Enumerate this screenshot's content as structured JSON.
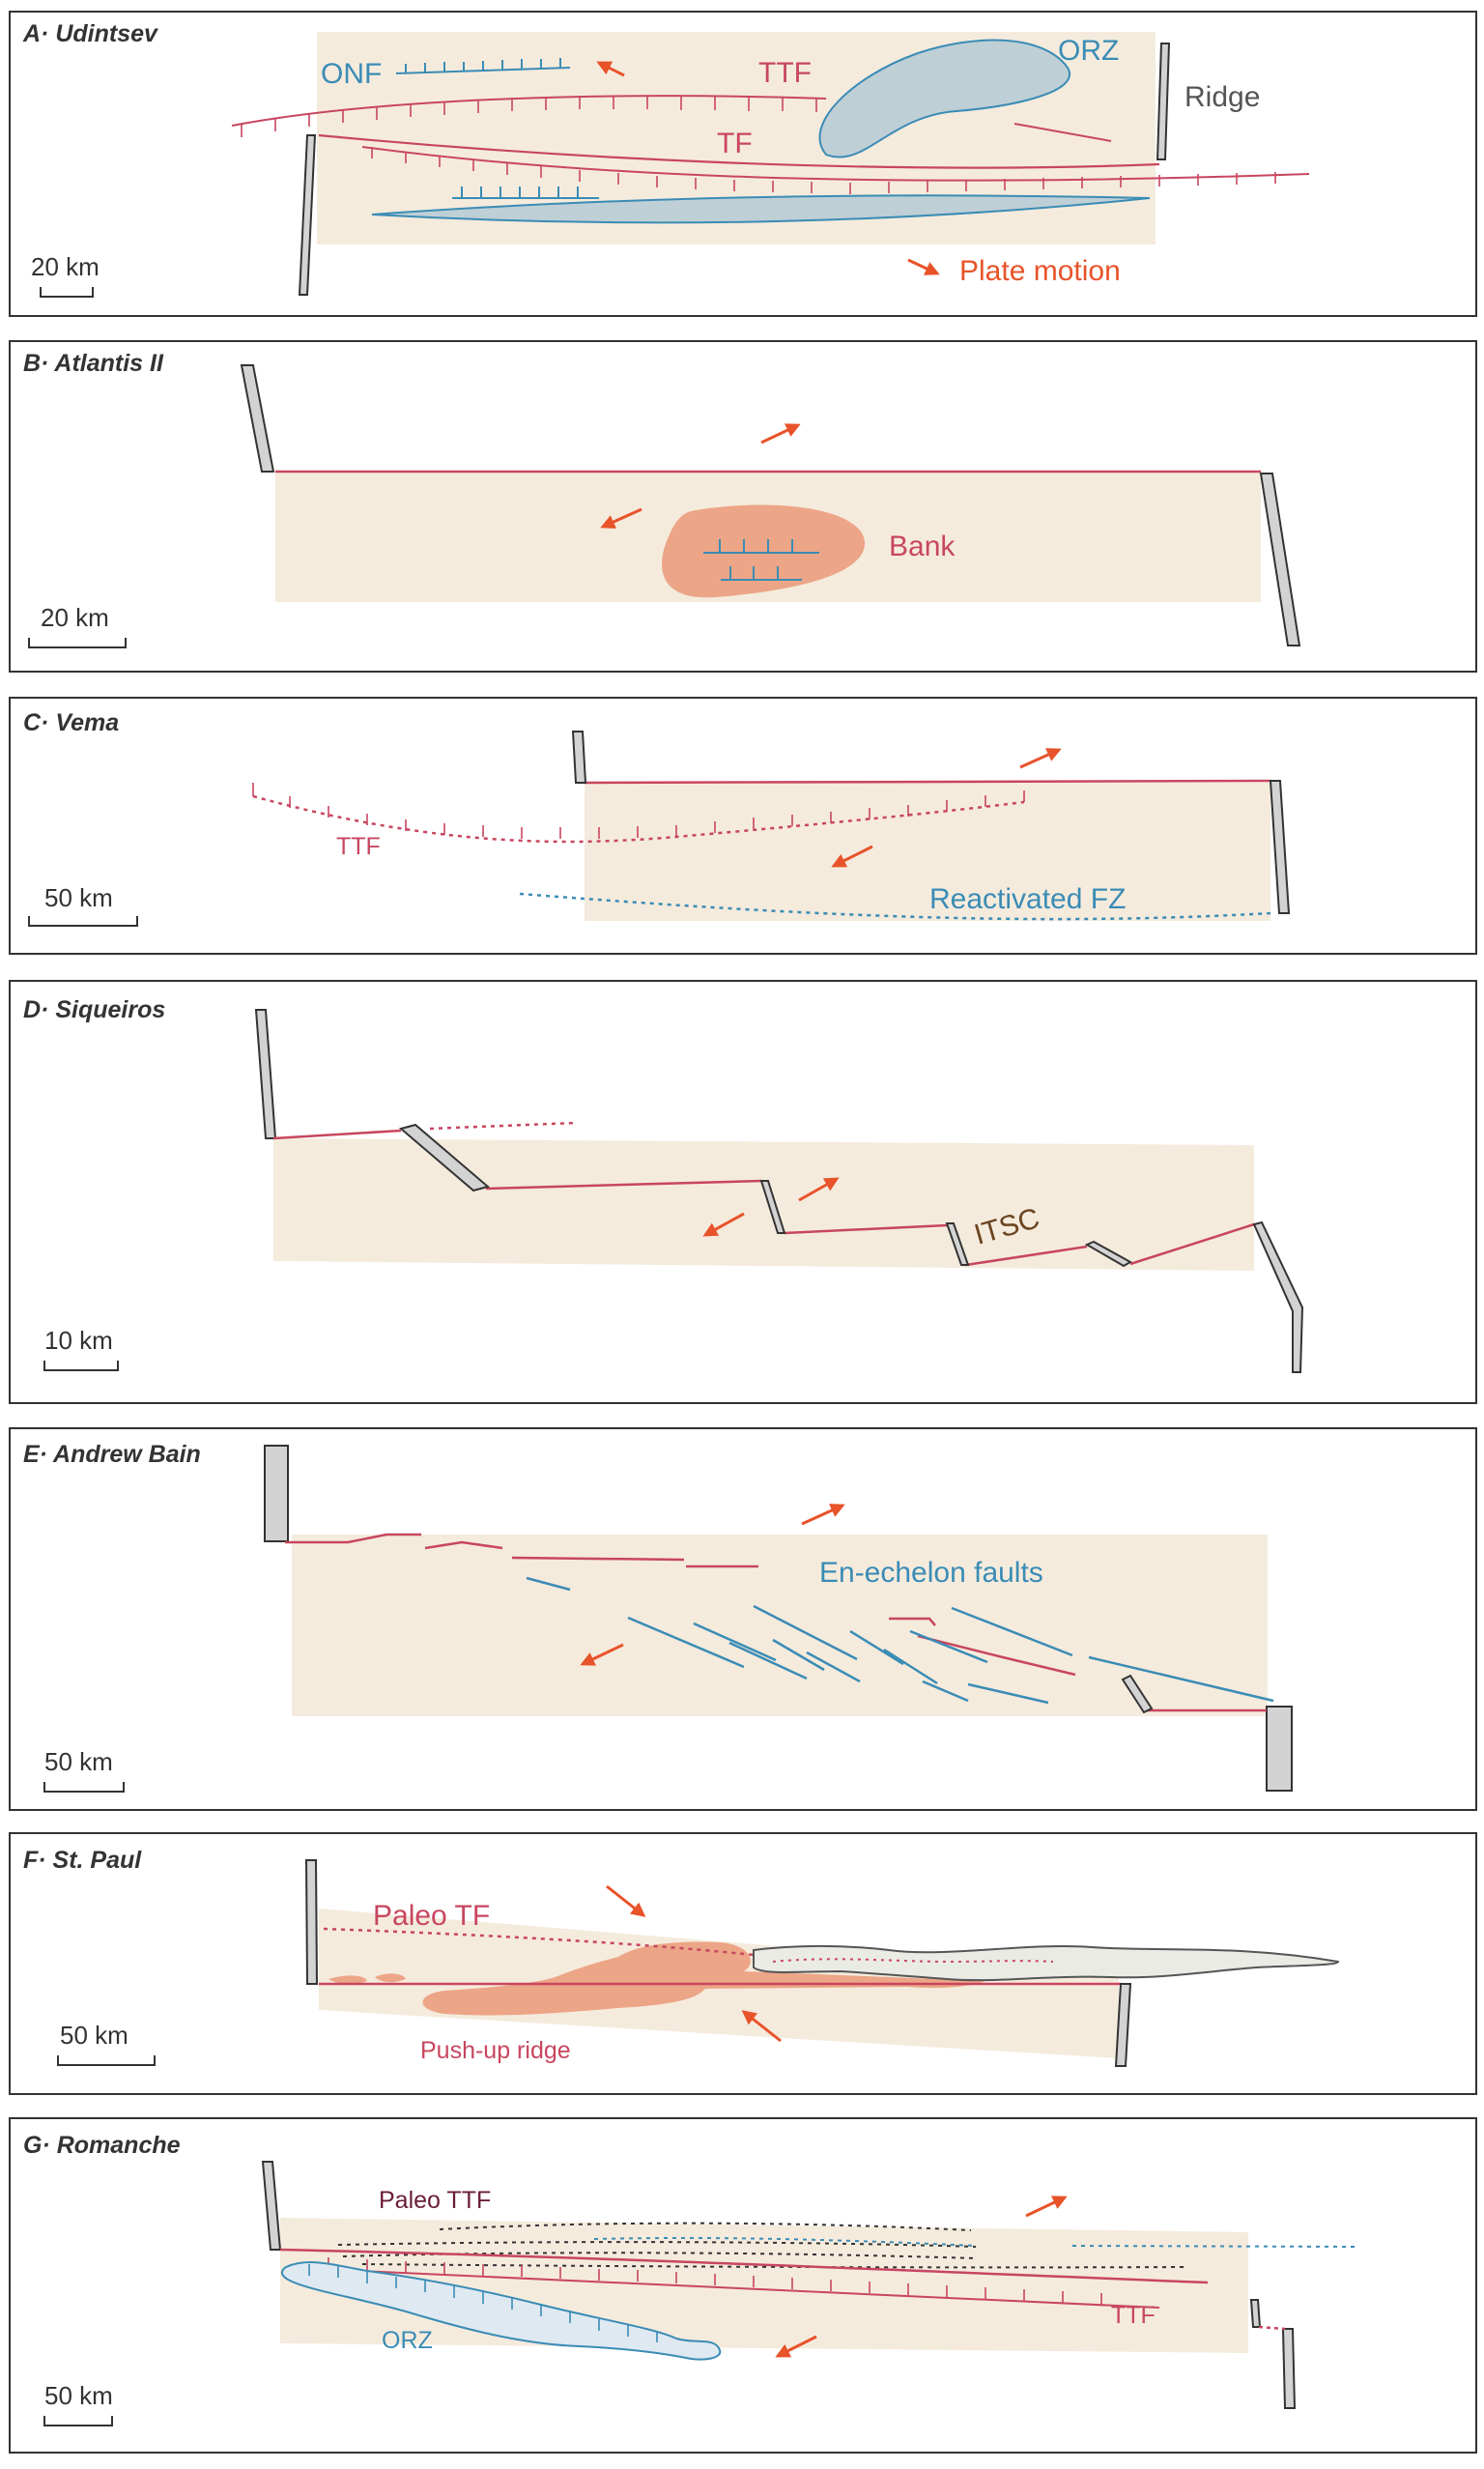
{
  "colors": {
    "background": "#ffffff",
    "panel_border": "#333333",
    "zone_fill": "#f5ebdd",
    "ridge_fill": "#d3d3d3",
    "fault_red": "#c8465f",
    "fault_blue": "#3a8cb5",
    "blue_fill": "#bfcfd6",
    "motion_arrow": "#e8532a",
    "bank_fill": "#eca586",
    "itsc_brown": "#6b4420",
    "dark_maroon": "#6a1e34"
  },
  "panels": [
    {
      "id": "A",
      "title": "A· Udintsev",
      "scale": "20 km",
      "labels": {
        "onf": "ONF",
        "ttf": "TTF",
        "orz": "ORZ",
        "ridge": "Ridge",
        "tf": "TF",
        "plate_motion": "Plate motion"
      }
    },
    {
      "id": "B",
      "title": "B· Atlantis II",
      "scale": "20 km",
      "labels": {
        "bank": "Bank"
      }
    },
    {
      "id": "C",
      "title": "C· Vema",
      "scale": "50 km",
      "labels": {
        "ttf": "TTF",
        "reactivated_fz": "Reactivated FZ"
      }
    },
    {
      "id": "D",
      "title": "D· Siqueiros",
      "scale": "10 km",
      "labels": {
        "itsc": "ITSC"
      }
    },
    {
      "id": "E",
      "title": "E· Andrew Bain",
      "scale": "50 km",
      "labels": {
        "en_echelon": "En-echelon faults"
      }
    },
    {
      "id": "F",
      "title": "F· St. Paul",
      "scale": "50 km",
      "labels": {
        "paleo_tf": "Paleo TF",
        "push_up_ridge": "Push-up ridge"
      }
    },
    {
      "id": "G",
      "title": "G· Romanche",
      "scale": "50 km",
      "labels": {
        "paleo_ttf": "Paleo TTF",
        "orz": "ORZ",
        "ttf": "TTF"
      }
    }
  ]
}
